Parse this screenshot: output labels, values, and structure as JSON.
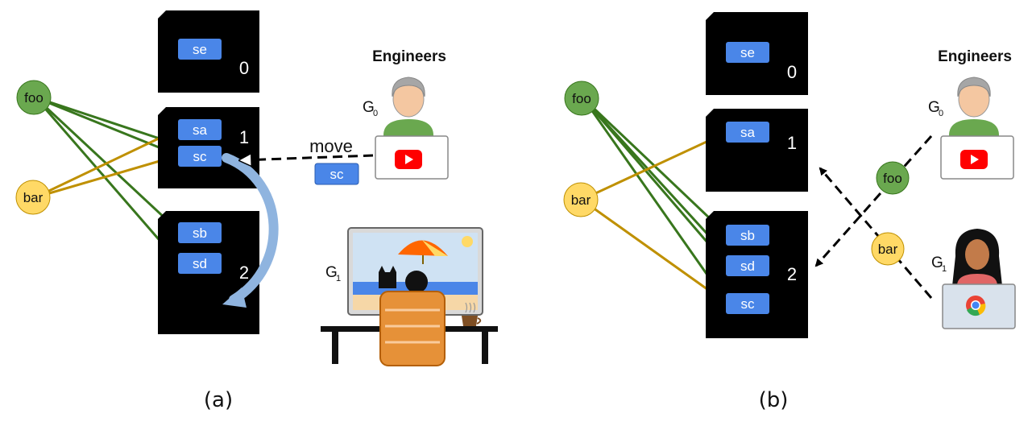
{
  "panel_a": {
    "caption": "(a)",
    "header": "Engineers",
    "g0": "G",
    "g0_sub": "0",
    "g1": "G",
    "g1_sub": "1",
    "move_label": "move",
    "moving_chip": "sc",
    "shards": [
      {
        "number": "0",
        "chips": [
          "se"
        ]
      },
      {
        "number": "1",
        "chips": [
          "sa",
          "sc"
        ]
      },
      {
        "number": "2",
        "chips": [
          "sb",
          "sd"
        ]
      }
    ],
    "nodes": [
      "foo",
      "bar"
    ]
  },
  "panel_b": {
    "caption": "(b)",
    "header": "Engineers",
    "g0": "G",
    "g0_sub": "0",
    "g1": "G",
    "g1_sub": "1",
    "shards": [
      {
        "number": "0",
        "chips": [
          "se"
        ]
      },
      {
        "number": "1",
        "chips": [
          "sa"
        ]
      },
      {
        "number": "2",
        "chips": [
          "sb",
          "sd",
          "sc"
        ]
      }
    ],
    "nodes": [
      "foo",
      "bar"
    ],
    "flow_nodes": [
      "foo",
      "bar"
    ]
  },
  "colors": {
    "shard": "#000000",
    "chip": "#4a86e8",
    "foo": "#6aa84f",
    "bar": "#ffd966",
    "foo_edge": "#38761d",
    "bar_edge": "#bf9000",
    "youtube": "#ff0000"
  },
  "icons": [
    "youtube-icon",
    "chrome-icon",
    "person-icon",
    "desktop-scene-icon"
  ]
}
